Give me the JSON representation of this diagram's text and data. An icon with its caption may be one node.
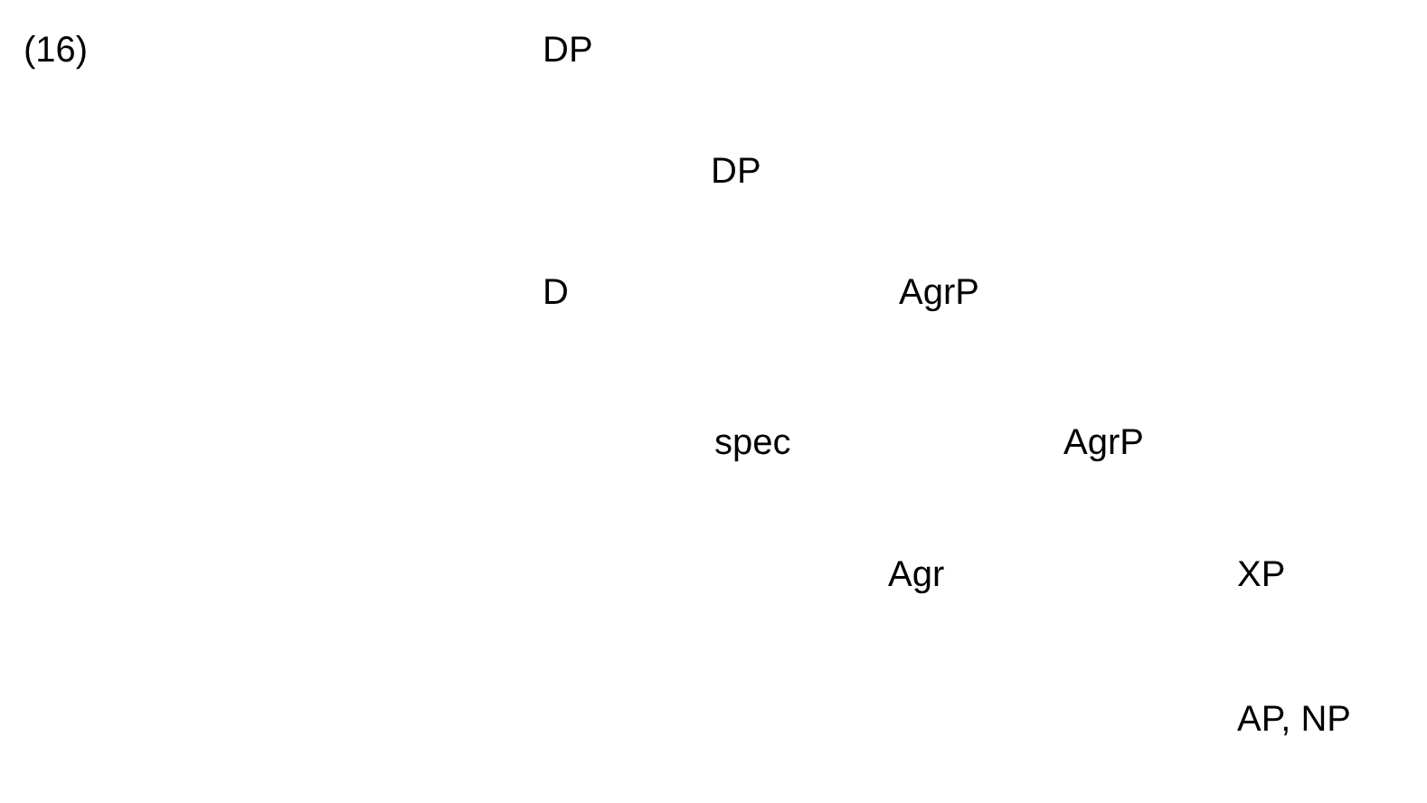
{
  "diagram": {
    "labels": [
      "(16)",
      "DP",
      "DP",
      "D",
      "AgrP",
      "spec",
      "AgrP",
      "Agr",
      "XP",
      "AP, NP"
    ]
  }
}
